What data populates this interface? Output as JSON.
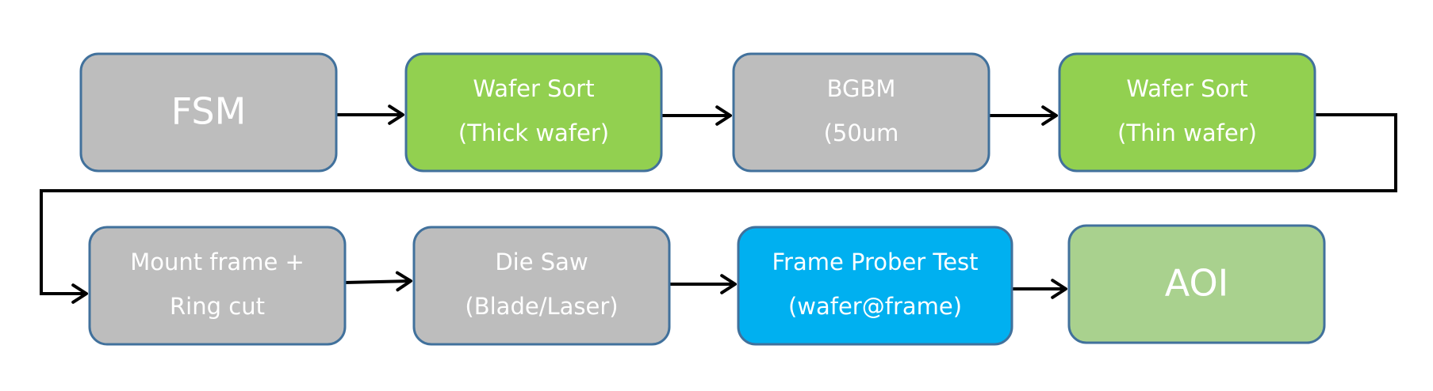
{
  "colors": {
    "gray": "#bdbdbd",
    "green": "#92d050",
    "blue": "#00b0f0",
    "light_green": "#a9d18e",
    "border": "#41719c",
    "arrow": "#000000",
    "text": "#ffffff"
  },
  "nodes": [
    {
      "id": "fsm",
      "color": "gray",
      "lines": [
        "FSM"
      ]
    },
    {
      "id": "wafer-sort-thick",
      "color": "green",
      "lines": [
        "Wafer Sort",
        "(Thick wafer)"
      ]
    },
    {
      "id": "bgbm",
      "color": "gray",
      "lines": [
        "BGBM",
        "(50um"
      ]
    },
    {
      "id": "wafer-sort-thin",
      "color": "green",
      "lines": [
        "Wafer Sort",
        "(Thin wafer)"
      ]
    },
    {
      "id": "mount-frame",
      "color": "gray",
      "lines": [
        "Mount frame +",
        "Ring cut"
      ]
    },
    {
      "id": "die-saw",
      "color": "gray",
      "lines": [
        "Die Saw",
        "(Blade/Laser)"
      ]
    },
    {
      "id": "frame-prober-test",
      "color": "blue",
      "lines": [
        "Frame Prober Test",
        "(wafer@frame)"
      ]
    },
    {
      "id": "aoi",
      "color": "light_green",
      "lines": [
        "AOI"
      ]
    }
  ],
  "edges": [
    {
      "from": "fsm",
      "to": "wafer-sort-thick"
    },
    {
      "from": "wafer-sort-thick",
      "to": "bgbm"
    },
    {
      "from": "bgbm",
      "to": "wafer-sort-thin"
    },
    {
      "from": "wafer-sort-thin",
      "to": "mount-frame"
    },
    {
      "from": "mount-frame",
      "to": "die-saw"
    },
    {
      "from": "die-saw",
      "to": "frame-prober-test"
    },
    {
      "from": "frame-prober-test",
      "to": "aoi"
    }
  ]
}
